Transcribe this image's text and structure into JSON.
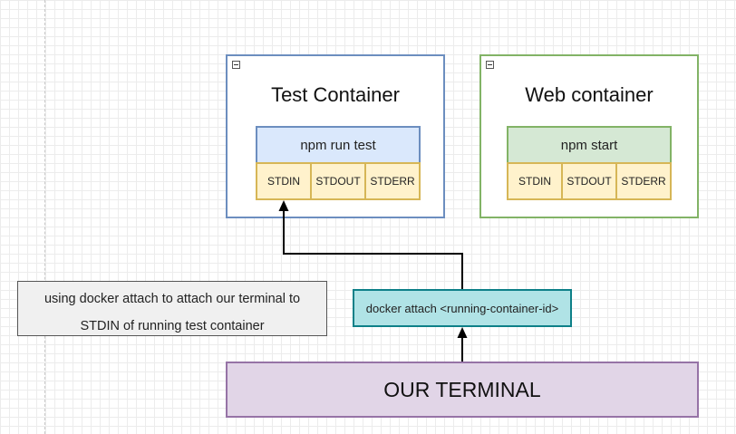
{
  "test_container": {
    "title": "Test Container",
    "process": "npm run test",
    "streams": [
      "STDIN",
      "STDOUT",
      "STDERR"
    ],
    "border_color": "#6c8ebf",
    "process_fill": "#dae8fc"
  },
  "web_container": {
    "title": "Web container",
    "process": "npm start",
    "streams": [
      "STDIN",
      "STDOUT",
      "STDERR"
    ],
    "border_color": "#82b366",
    "process_fill": "#d5e8d4"
  },
  "note": {
    "line1": "using docker attach to attach our terminal to",
    "line2": "STDIN of running test container"
  },
  "attach_box": {
    "label": "docker attach <running-container-id>"
  },
  "terminal": {
    "label": "OUR TERMINAL"
  },
  "icons": {
    "collapse": "collapse-icon",
    "arrow": "arrowhead-icon"
  }
}
